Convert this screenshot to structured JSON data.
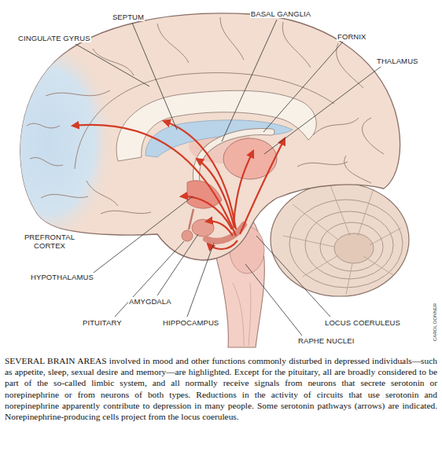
{
  "diagram": {
    "caption": "SEVERAL BRAIN AREAS involved in mood and other functions commonly disturbed in depressed individuals—such as appetite, sleep, sexual desire and memory—are highlighted. Except for the pituitary, all are broadly considered to be part of the so-called limbic system, and all normally receive signals from neurons that secrete serotonin or norepinephrine or from neurons of both types. Reductions in the activity of circuits that use serotonin and norepinephrine apparently contribute to depression in many people. Some serotonin pathways (arrows) are indicated. Norepinephrine-producing cells project from the locus coeruleus.",
    "labels": [
      "SEPTUM",
      "BASAL GANGLIA",
      "CINGULATE GYRUS",
      "FORNIX",
      "THALAMUS",
      "PREFRONTAL CORTEX",
      "HYPOTHALAMUS",
      "AMYGDALA",
      "PITUITARY",
      "HIPPOCAMPUS",
      "LOCUS COERULEUS",
      "RAPHE NUCLEI",
      "CAROL DONNER"
    ]
  }
}
